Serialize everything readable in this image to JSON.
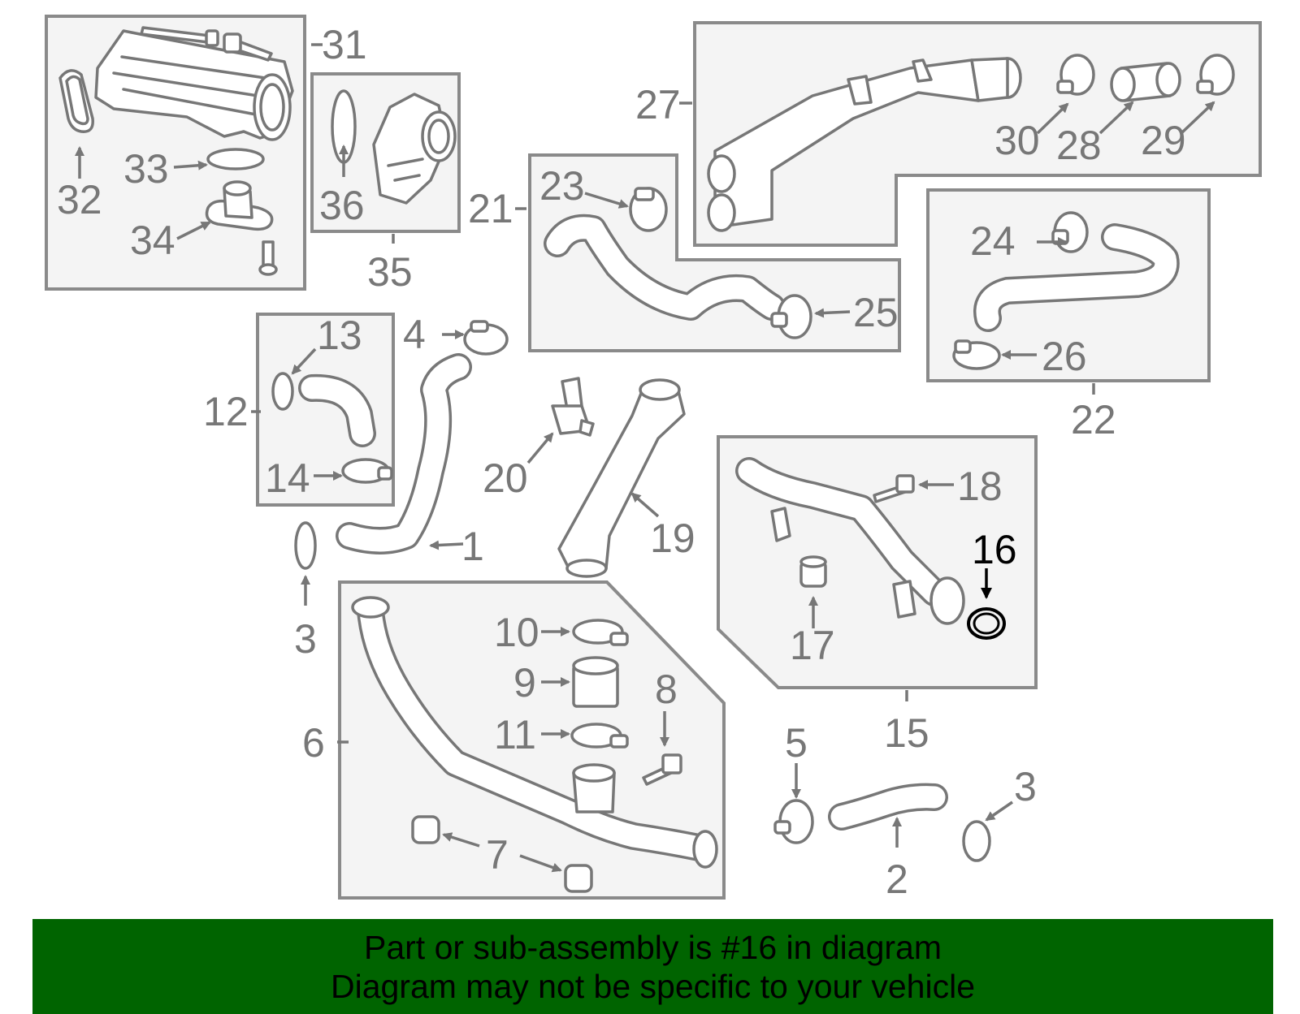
{
  "banner": {
    "line1": "Part or sub-assembly is #16 in diagram",
    "line2": "Diagram may not be specific to your vehicle"
  },
  "colors": {
    "banner_bg": "#006400",
    "highlight": "#000000",
    "line_art": "#777777",
    "group_box_fill": "#f4f4f4"
  },
  "highlighted_part": "16",
  "part_labels": {
    "p1": "1",
    "p2": "2",
    "p3a": "3",
    "p3b": "3",
    "p4": "4",
    "p5": "5",
    "p6": "6",
    "p7": "7",
    "p8": "8",
    "p9": "9",
    "p10": "10",
    "p11": "11",
    "p12": "12",
    "p13": "13",
    "p14": "14",
    "p15": "15",
    "p16": "16",
    "p17": "17",
    "p18": "18",
    "p19": "19",
    "p20": "20",
    "p21": "21",
    "p22": "22",
    "p23": "23",
    "p24": "24",
    "p25": "25",
    "p26": "26",
    "p27": "27",
    "p28": "28",
    "p29": "29",
    "p30": "30",
    "p31": "31",
    "p32": "32",
    "p33": "33",
    "p34": "34",
    "p35": "35",
    "p36": "36"
  }
}
